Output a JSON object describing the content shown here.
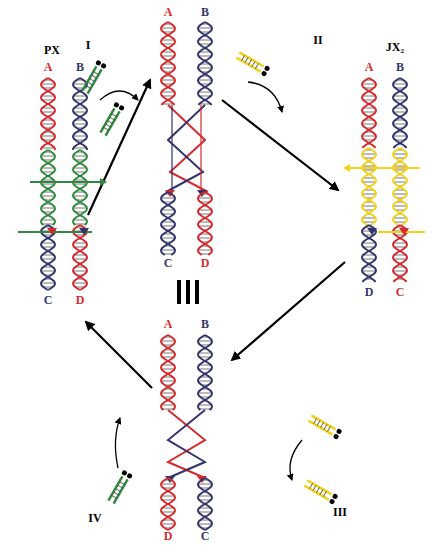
{
  "diagram": {
    "labels": [
      "A",
      "B",
      "C",
      "D",
      "I",
      "II",
      "PX",
      "A",
      "B",
      "C",
      "D",
      "JX₂",
      "A",
      "B",
      "D",
      "C",
      "A",
      "B",
      "D",
      "C",
      "III",
      "IV"
    ]
  }
}
